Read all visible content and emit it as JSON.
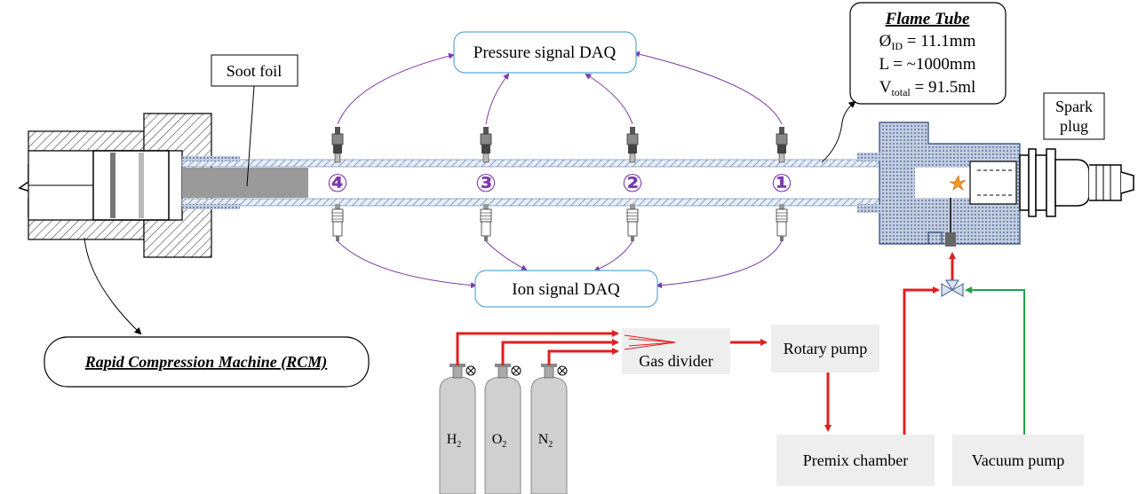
{
  "labels": {
    "soot_foil": "Soot foil",
    "pressure_daq": "Pressure signal DAQ",
    "ion_daq": "Ion signal DAQ",
    "rcm": "Rapid Compression Machine (RCM)",
    "gas_divider": "Gas divider",
    "rotary_pump": "Rotary pump",
    "premix_chamber": "Premix chamber",
    "vacuum_pump": "Vacuum pump",
    "spark_plug_line1": "Spark",
    "spark_plug_line2": "plug"
  },
  "flame_tube": {
    "title": "Flame Tube",
    "diameter_symbol": "Ø",
    "diameter_sub": "ID",
    "diameter_value": " = 11.1mm",
    "length": "L = ~1000mm",
    "volume_symbol": "V",
    "volume_sub": "total",
    "volume_value": " = 91.5ml"
  },
  "sensor_numbers": [
    "④",
    "③",
    "②",
    "①"
  ],
  "cylinders": [
    {
      "symbol": "H",
      "sub": "2"
    },
    {
      "symbol": "O",
      "sub": "2"
    },
    {
      "symbol": "N",
      "sub": "2"
    }
  ],
  "colors": {
    "gas_line": "#e02020",
    "vacuum_line": "#22a04a",
    "signal_line": "#7b3ca8",
    "block_fill": "#eeeeee",
    "cylinder_fill": "#d0d0d0",
    "flange_fill": "#aab4cc"
  }
}
